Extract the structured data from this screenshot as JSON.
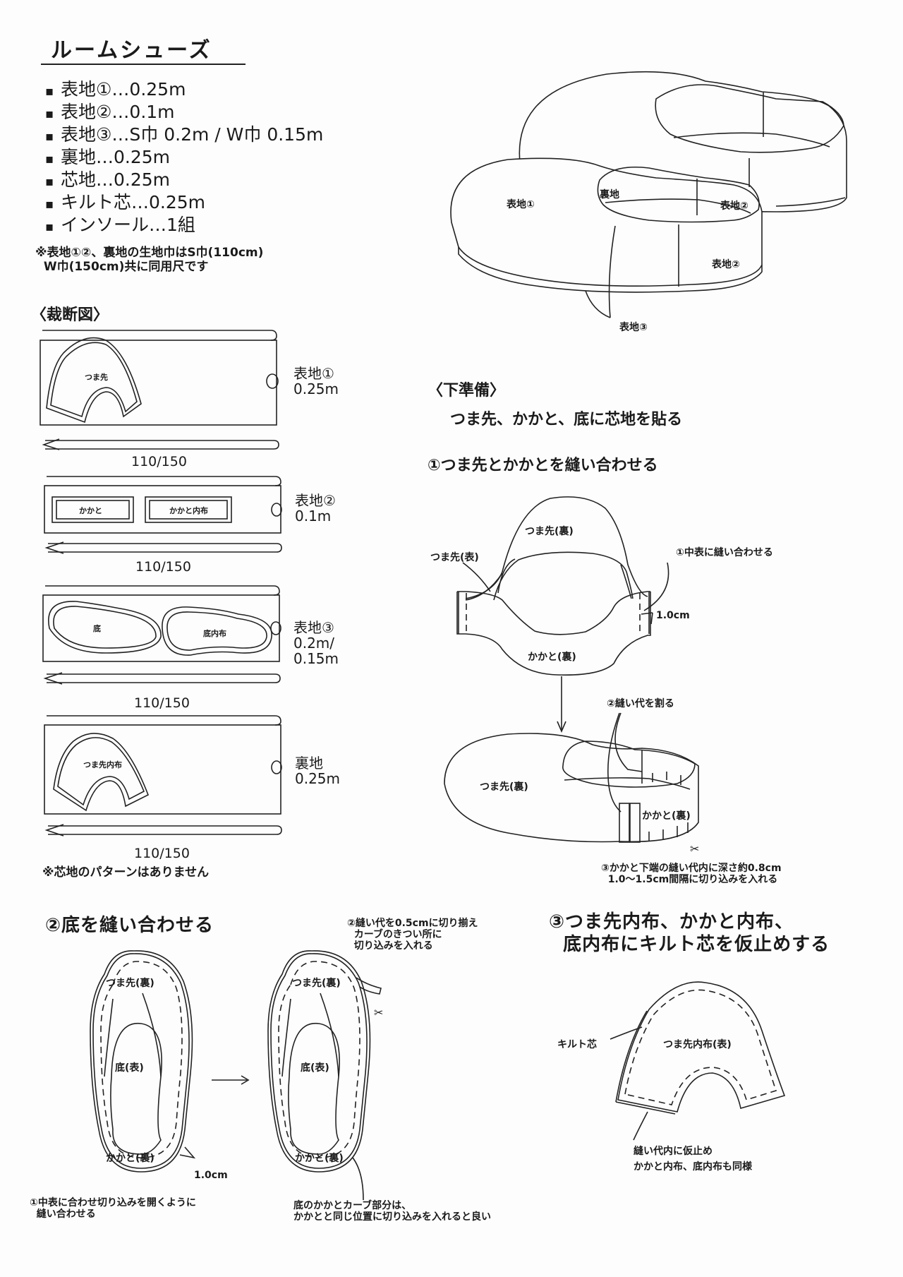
{
  "title": "ルームシューズ",
  "materials": [
    {
      "name": "表地①",
      "amount": "0.25m"
    },
    {
      "name": "表地②",
      "amount": "0.1m"
    },
    {
      "name": "表地③",
      "amount": "S巾 0.2m / W巾 0.15m"
    },
    {
      "name": "裏地",
      "amount": "0.25m"
    },
    {
      "name": "芯地",
      "amount": "0.25m"
    },
    {
      "name": "キルト芯",
      "amount": "0.25m"
    },
    {
      "name": "インソール",
      "amount": "1組"
    }
  ],
  "material_separator": "…",
  "material_bullet": "▪",
  "fabric_width_note": "※表地①②、裏地の生地巾はS巾(110cm)\n  W巾(150cm)共に同用尺です",
  "cutting": {
    "heading": "〈裁断図〉",
    "width_label": "110/150",
    "layouts": [
      {
        "fabric": "表地①",
        "amount": "0.25m",
        "pieces": [
          "つま先"
        ]
      },
      {
        "fabric": "表地②",
        "amount": "0.1m",
        "pieces": [
          "かかと",
          "かかと内布"
        ]
      },
      {
        "fabric": "表地③",
        "amount": "0.2m/\n0.15m",
        "pieces": [
          "底",
          "底内布"
        ]
      },
      {
        "fabric": "裏地",
        "amount": "0.25m",
        "pieces": [
          "つま先内布"
        ]
      }
    ],
    "footnote": "※芯地のパターンはありません"
  },
  "overview": {
    "labels": {
      "outer1": "表地①",
      "lining": "裏地",
      "outer2_top": "表地②",
      "outer2_side": "表地②",
      "outer3": "表地③"
    }
  },
  "prep": {
    "heading": "〈下準備〉",
    "text": "つま先、かかと、底に芯地を貼る"
  },
  "step1": {
    "heading": "①つま先とかかとを縫い合わせる",
    "labels": {
      "toe_back": "つま先(裏)",
      "toe_front": "つま先(表)",
      "heel_back": "かかと(裏)",
      "sew_note": "①中表に縫い合わせる",
      "seam": "1.0cm",
      "press_note": "②縫い代を割る",
      "toe_back_2": "つま先(裏)",
      "heel_back_2": "かかと(裏)",
      "clip_note": "③かかと下端の縫い代内に深さ約0.8cm\n  1.0〜1.5cm間隔に切り込みを入れる"
    }
  },
  "step2": {
    "heading": "②底を縫い合わせる",
    "labels": {
      "toe_back": "つま先(裏)",
      "sole_front": "底(表)",
      "heel_back": "かかと(裏)",
      "seam": "1.0cm",
      "note1": "①中表に合わせ切り込みを開くように\n  縫い合わせる",
      "trim_note": "②縫い代を0.5cmに切り揃え\n  カーブのきつい所に\n  切り込みを入れる",
      "toe_back_2": "つま先(裏)",
      "sole_front_2": "底(表)",
      "heel_back_2": "かかと(裏)",
      "note2": "底のかかとカーブ部分は、\nかかとと同じ位置に切り込みを入れると良い"
    }
  },
  "step3": {
    "heading": "③つま先内布、かかと内布、\n  底内布にキルト芯を仮止めする",
    "labels": {
      "quilt": "キルト芯",
      "piece": "つま先内布(表)",
      "note": "縫い代内に仮止め\nかかと内布、底内布も同様"
    }
  }
}
